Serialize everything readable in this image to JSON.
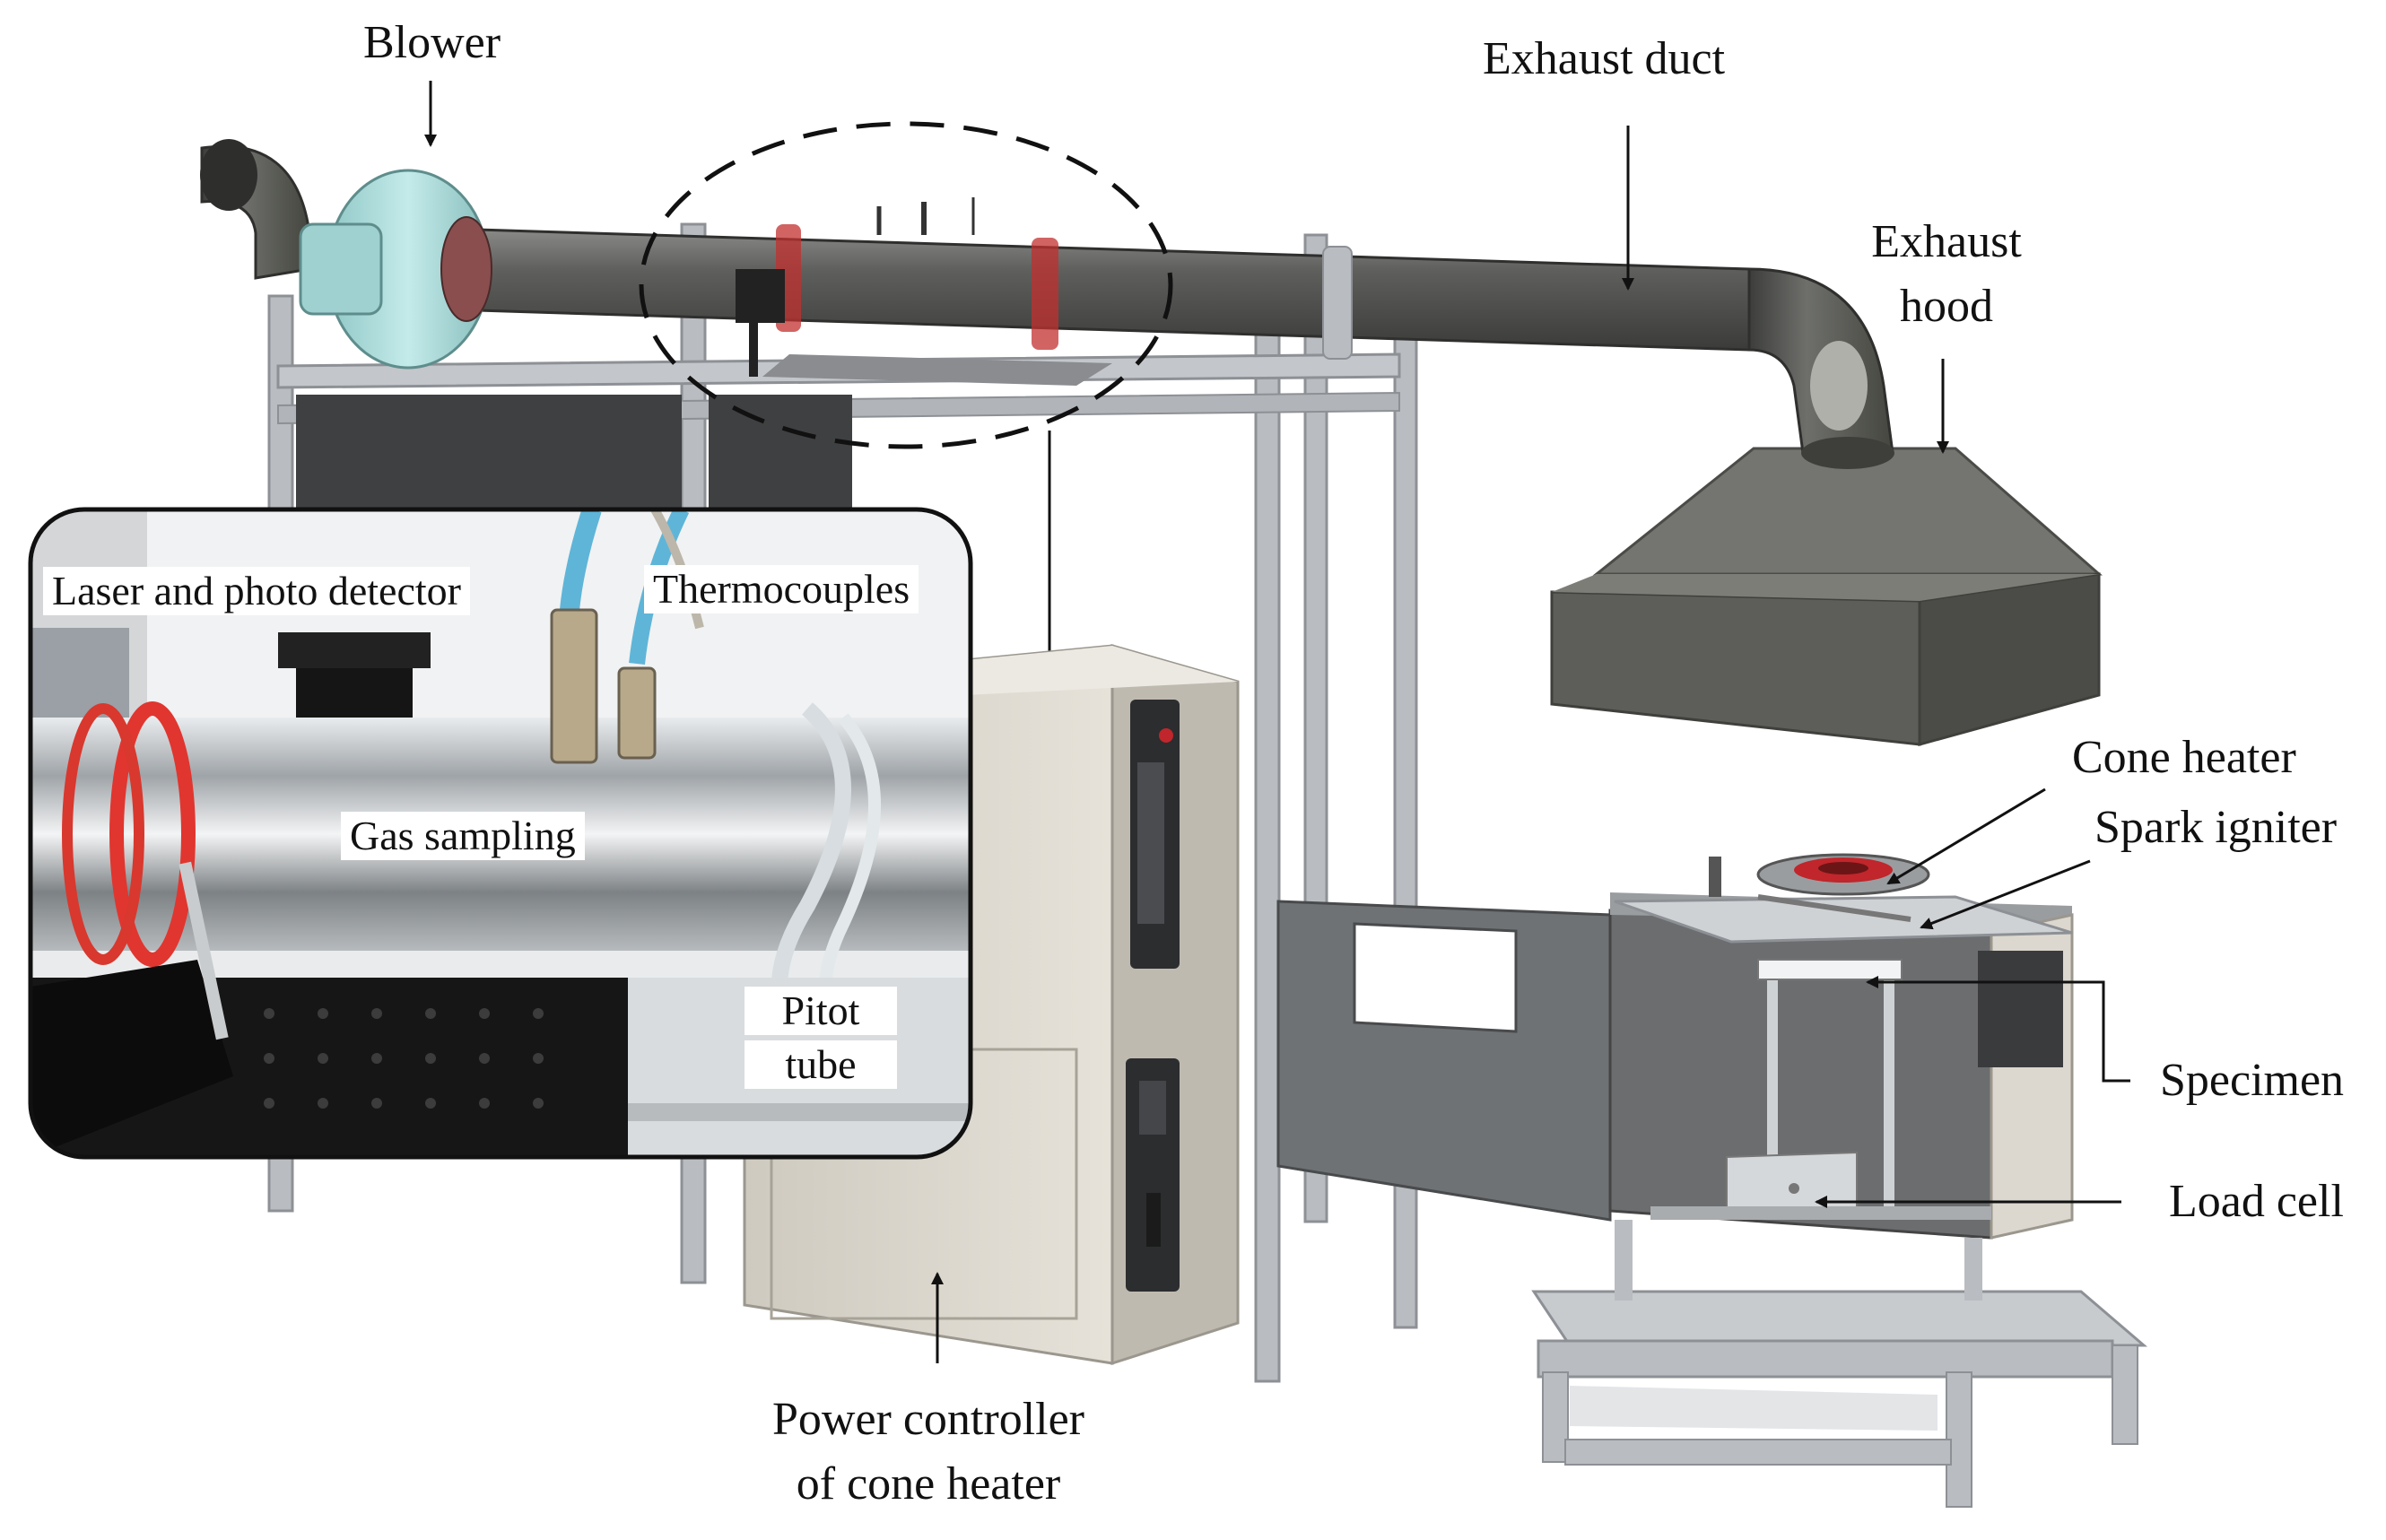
{
  "labels": {
    "blower": "Blower",
    "exhaust_duct": "Exhaust duct",
    "exhaust_hood_line1": "Exhaust",
    "exhaust_hood_line2": "hood",
    "cone_heater": "Cone heater",
    "spark_igniter": "Spark igniter",
    "specimen": "Specimen",
    "load_cell": "Load cell",
    "power_controller_line1": "Power controller",
    "power_controller_line2": "of cone heater"
  },
  "inset": {
    "laser": "Laser and photo detector",
    "thermocouples": "Thermocouples",
    "gas_sampling": "Gas sampling",
    "pitot_line1": "Pitot",
    "pitot_line2": "tube"
  },
  "colors": {
    "frame": "#b9bcc0",
    "frame_dark": "#8d9095",
    "duct": "#5a5b58",
    "hood": "#6a6a66",
    "blower": "#a9d9d8",
    "cabinet": "#dcd8cf",
    "panel": "#6f7274",
    "flame": "#c0262b",
    "steel": "#c9ccce"
  }
}
